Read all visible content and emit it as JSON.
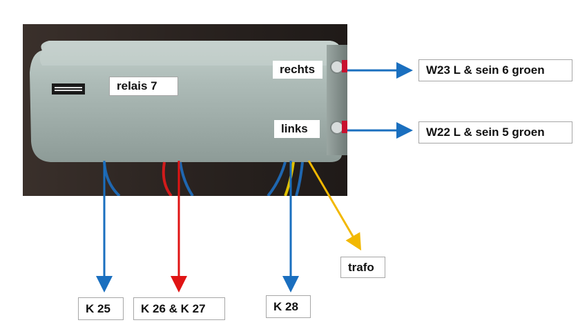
{
  "labels": {
    "relais": "relais 7",
    "rechts": "rechts",
    "links": "links",
    "w23": "W23 L & sein 6 groen",
    "w22": "W22 L & sein 5 groen",
    "trafo": "trafo",
    "k25": "K  25",
    "k26": "K  26 & K 27",
    "k28": "K  28"
  },
  "colors": {
    "blue_wire": "#1a6fbf",
    "red_wire": "#e01414",
    "yellow_wire": "#f2b800",
    "relay_body": "#a9b6b2",
    "background_photo": "#2d2623"
  }
}
